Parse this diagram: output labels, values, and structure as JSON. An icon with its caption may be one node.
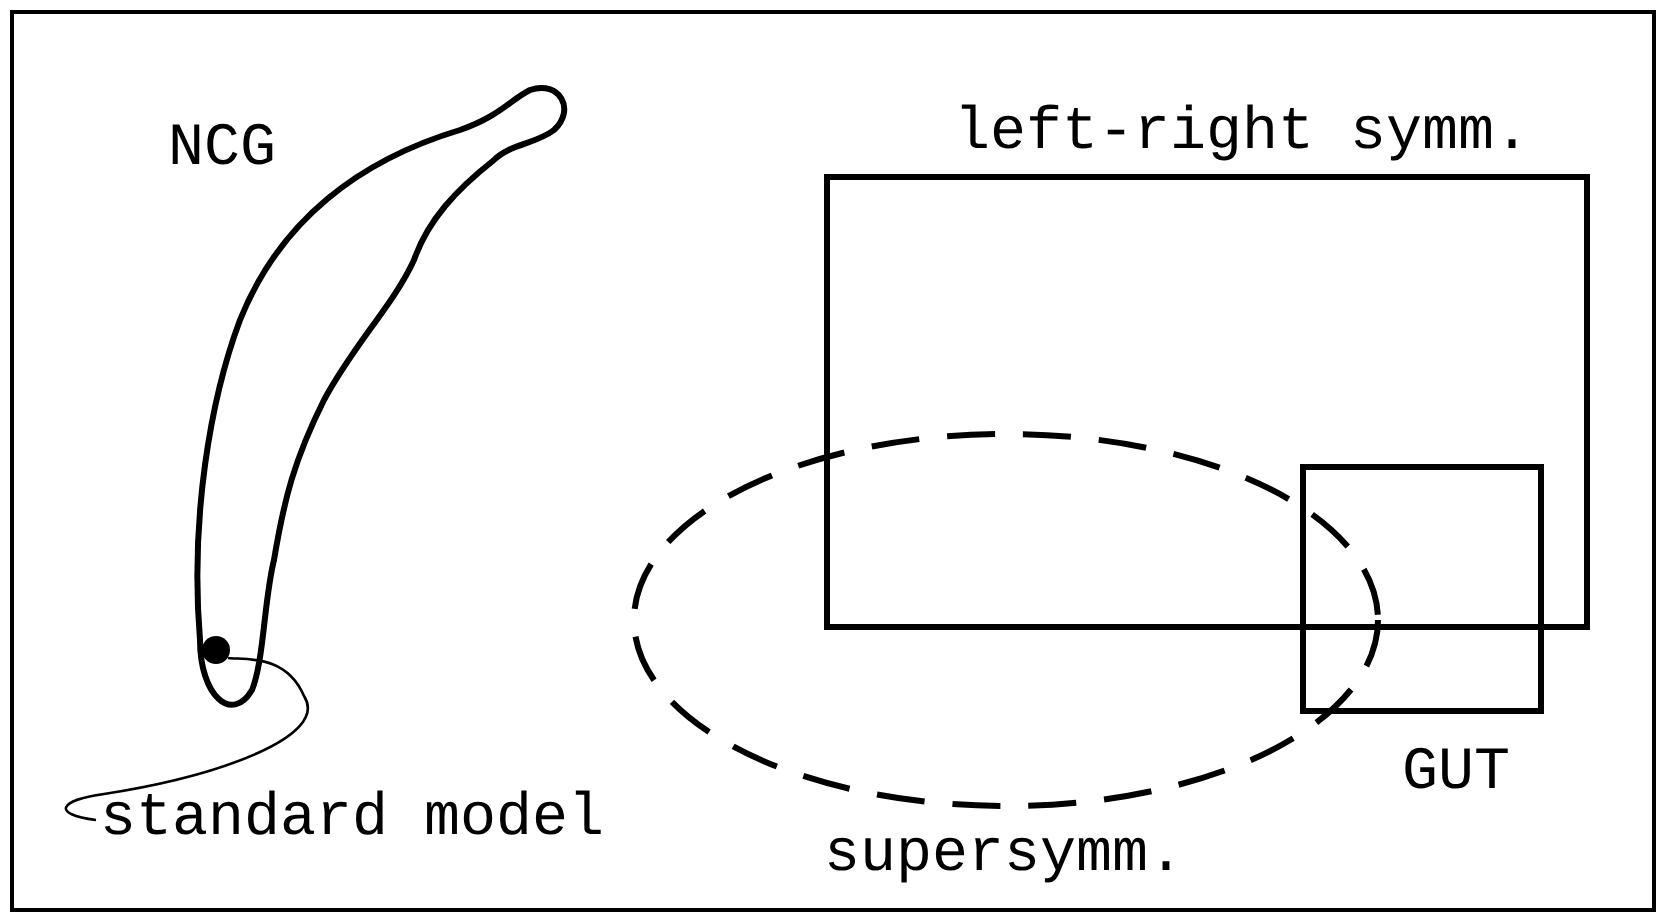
{
  "diagram": {
    "nodes": [
      {
        "text": [
          "NCG"
        ]
      },
      {
        "text": [],
        "shape": "circle",
        "in": 0
      },
      {
        "text": [
          "standard model"
        ]
      },
      {
        "text": [
          "left-right symm."
        ]
      },
      {
        "text": [
          "supersymm."
        ]
      },
      {
        "text": [
          "GUT"
        ]
      }
    ],
    "edges": [
      {
        "from": 2,
        "to": 1,
        "arrow": "none"
      }
    ]
  }
}
